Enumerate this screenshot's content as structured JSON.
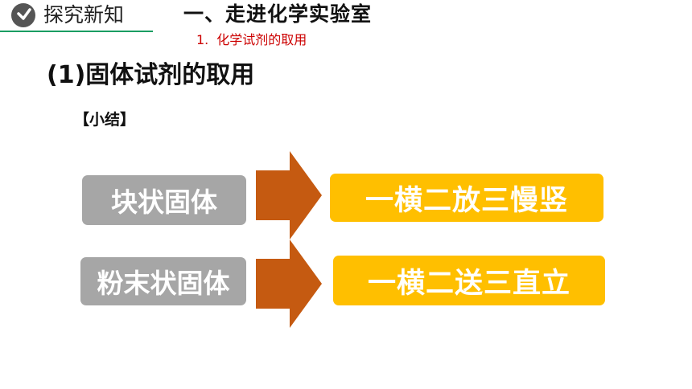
{
  "header": {
    "section_label": "探究新知",
    "chapter_title": "一、走进化学实验室",
    "sub_number": "1.",
    "sub_title": "化学试剂的取用"
  },
  "main": {
    "heading": "(1)固体试剂的取用",
    "summary_tag": "【小结】"
  },
  "rows": [
    {
      "left": "块状固体",
      "right": "一横二放三慢竖"
    },
    {
      "left": "粉末状固体",
      "right": "一横二送三直立"
    }
  ],
  "colors": {
    "accent_green": "#1a9d62",
    "gray_box": "#a6a6a6",
    "orange_box": "#ffbf00",
    "arrow": "#c55a11",
    "sub_heading_red": "#cc0000"
  }
}
